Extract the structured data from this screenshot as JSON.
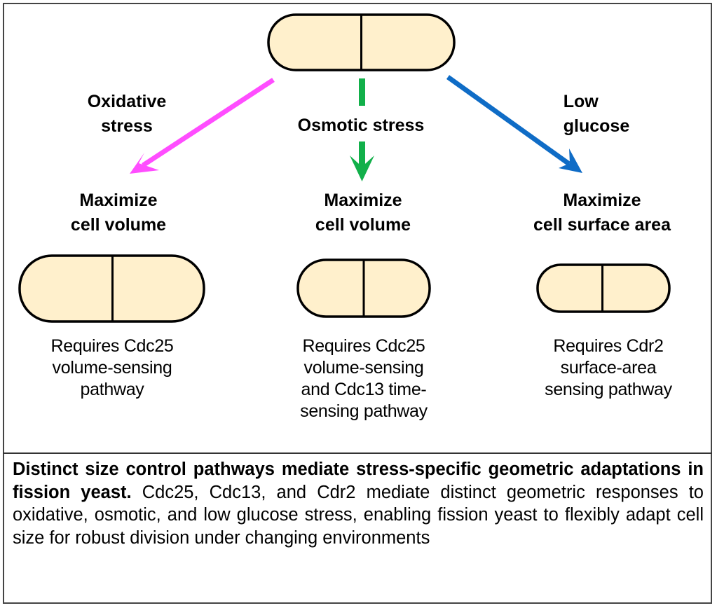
{
  "colors": {
    "cell_fill": "#FFF0CC",
    "cell_stroke": "#000000",
    "oxidative_arrow": "#FF4DFF",
    "osmotic_arrow": "#12B04A",
    "glucose_arrow": "#0F6CC6"
  },
  "stresses": [
    {
      "label_line1": "Oxidative",
      "label_line2": "stress"
    },
    {
      "label_line1": "Osmotic stress",
      "label_line2": ""
    },
    {
      "label_line1": "Low",
      "label_line2": "glucose"
    }
  ],
  "outcomes": [
    {
      "title_line1": "Maximize",
      "title_line2": "cell volume",
      "desc": [
        "Requires Cdc25",
        "volume-sensing",
        "pathway"
      ]
    },
    {
      "title_line1": "Maximize",
      "title_line2": "cell volume",
      "desc": [
        "Requires Cdc25",
        "volume-sensing",
        "and Cdc13 time-",
        "sensing pathway"
      ]
    },
    {
      "title_line1": "Maximize",
      "title_line2": "cell surface area",
      "desc": [
        "Requires Cdr2",
        "surface-area",
        "sensing pathway"
      ]
    }
  ],
  "caption": {
    "bold": "Distinct size control pathways mediate stress-specific geometric adaptations in fission yeast.",
    "text": " Cdc25, Cdc13, and Cdr2 mediate distinct geometric responses to oxidative, osmotic, and low glucose stress, enabling fission yeast to flexibly adapt cell size for robust division under changing environments"
  }
}
